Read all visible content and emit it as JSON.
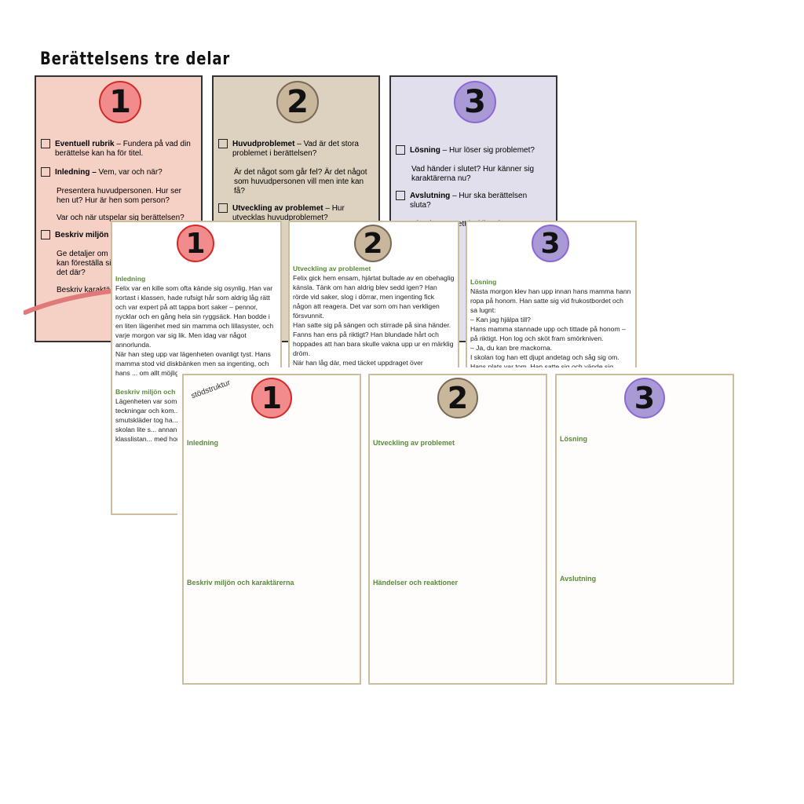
{
  "title": "Berättelsens tre delar",
  "colors": {
    "red": "#f28b8b",
    "tan": "#c9b79c",
    "purple": "#a99ad6",
    "green": "#5a8a3a",
    "card_red_bg": "#f5d0c5",
    "card_tan_bg": "#ddd2bf",
    "card_purple_bg": "#e2dfec"
  },
  "guide": [
    {
      "number": "1",
      "items": [
        {
          "type": "check",
          "bold": "Eventuell rubrik",
          "text": " – Fundera på vad din berättelse kan ha för titel."
        },
        {
          "type": "check",
          "bold": "Inledning –",
          "text": " Vem, var och när?"
        },
        {
          "type": "indent",
          "text": "Presentera huvudpersonen. Hur ser hen ut? Hur är hen som person?"
        },
        {
          "type": "indent",
          "text": "Var och när utspelar sig berättelsen?"
        },
        {
          "type": "check",
          "bold": "Beskriv miljön",
          "text": ""
        },
        {
          "type": "indent",
          "text": "Ge detaljer om miljön så att läsaren kan föreställa sig ... runtomkring? H... det där?"
        },
        {
          "type": "indent",
          "text": "Beskriv karaktä... se dem framför..."
        }
      ]
    },
    {
      "number": "2",
      "items": [
        {
          "type": "check",
          "bold": "Huvudproblemet",
          "text": " – Vad är det stora problemet i berättelsen?"
        },
        {
          "type": "indent",
          "text": "Är det något som går fel? Är det något som huvudpersonen vill men inte kan få?"
        },
        {
          "type": "check",
          "bold": "Utveckling av problemet",
          "text": " – Hur utvecklas huvudproblemet?"
        }
      ]
    },
    {
      "number": "3",
      "items": [
        {
          "type": "check",
          "bold": "Lösning",
          "text": " – Hur löser sig problemet?"
        },
        {
          "type": "indent",
          "text": "Vad händer i slutet? Hur känner sig karaktärerna nu?"
        },
        {
          "type": "check",
          "bold": "Avslutning",
          "text": " – Hur ska berättelsen sluta?"
        },
        {
          "type": "indent",
          "text": "Ska det vara ett lyckligt slut, ett"
        }
      ]
    }
  ],
  "example": [
    {
      "number": "1",
      "heading1": "Inledning",
      "text1": "Felix var en kille som ofta kände sig osynlig. Han var kortast i klassen, hade rufsigt hår som aldrig låg rätt och var expert på att tappa bort saker – pennor, nycklar och en gång hela sin ryggsäck. Han bodde i en liten lägenhet med sin mamma och lillasyster, och varje morgon var sig lik. Men idag var något annorlunda.\nNär han steg upp var lägenheten ovanligt tyst. Hans mamma stod vid diskbänken men sa ingenting, och hans ... om allt möjligt, gick ... titta upp.",
      "heading2": "Beskriv miljön och ...",
      "text2": "Lägenheten var som ... kaffe i luften och ky... teckningar och kom... som om han inte hö... smutskläder tog ha... röd T-shirt, den son... kom till skolan lite s... annan satt på hans ... heller på klasslistan... med honom?"
    },
    {
      "number": "2",
      "heading1": "Utveckling av problemet",
      "text1": "Felix gick hem ensam, hjärtat bultade av en obehaglig känsla. Tänk om han aldrig blev sedd igen? Han rörde vid saker, slog i dörrar, men ingenting fick någon att reagera. Det var som om han verkligen försvunnit.\nHan satte sig på sängen och stirrade på sina händer. Fanns han ens på riktigt? Han blundade hårt och hoppades att han bara skulle vakna upp ur en märklig dröm.\nNär han låg där, med täcket uppdraget över"
    },
    {
      "number": "3",
      "heading1": "Lösning",
      "text1": "Nästa morgon klev han upp innan hans mamma hann ropa på honom. Han satte sig vid frukostbordet och sa lugnt:\n– Kan jag hjälpa till?\nHans mamma stannade upp och tittade på honom – på riktigt. Hon log och sköt fram smörkniven.\n– Ja, du kan bre mackorna.\nI skolan tog han ett djupt andetag och såg sig om. Hans plats var tom. Han satte sig och vände sig"
    }
  ],
  "template": {
    "label": "stödstruktur",
    "cards": [
      {
        "number": "1",
        "label_top": "Inledning",
        "label_bottom": "Beskriv miljön och karaktärerna"
      },
      {
        "number": "2",
        "label_top": "Utveckling av problemet",
        "label_bottom": "Händelser och reaktioner"
      },
      {
        "number": "3",
        "label_top": "Lösning",
        "label_bottom": "Avslutning"
      }
    ]
  }
}
